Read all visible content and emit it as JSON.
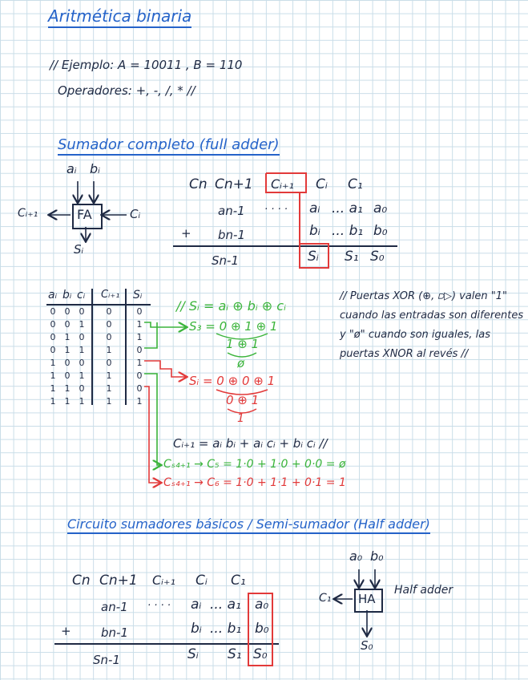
{
  "title": "Aritmética binaria",
  "ejemplo": "// Ejemplo: A = 10011 , B = 110",
  "operadores": "Operadores: +, -, /, * //",
  "full_adder": {
    "heading": "Sumador completo (full adder)",
    "block_label": "FA",
    "input_ai": "aᵢ",
    "input_bi": "bᵢ",
    "carry_out": "Cᵢ₊₁",
    "carry_in": "Cᵢ",
    "sum_out": "Sᵢ",
    "row_carry": [
      "Cn",
      "Cn+1",
      "Cᵢ₊₁",
      "Cᵢ",
      "C₁"
    ],
    "row_a": [
      "an-1",
      "· · · ·",
      "aᵢ",
      "... a₁",
      "a₀"
    ],
    "row_b": [
      "+",
      "bn-1",
      "bᵢ",
      "... b₁",
      "b₀"
    ],
    "row_s": [
      "Sn-1",
      "Sᵢ",
      "S₁",
      "S₀"
    ]
  },
  "truth_table": {
    "headers": [
      "aᵢ",
      "bᵢ",
      "cᵢ",
      "Cᵢ₊₁",
      "Sᵢ"
    ],
    "rows": [
      [
        "0",
        "0",
        "0",
        "0",
        "0"
      ],
      [
        "0",
        "0",
        "1",
        "0",
        "1"
      ],
      [
        "0",
        "1",
        "0",
        "0",
        "1"
      ],
      [
        "0",
        "1",
        "1",
        "1",
        "0"
      ],
      [
        "1",
        "0",
        "0",
        "0",
        "1"
      ],
      [
        "1",
        "0",
        "1",
        "1",
        "0"
      ],
      [
        "1",
        "1",
        "0",
        "1",
        "0"
      ],
      [
        "1",
        "1",
        "1",
        "1",
        "1"
      ]
    ]
  },
  "formulas": {
    "si": "// Sᵢ = aᵢ ⊕ bᵢ ⊕ cᵢ",
    "s3": "S₃ = 0 ⊕ 1 ⊕ 1",
    "s3_step": "1 ⊕ 1",
    "s3_result": "ø",
    "s1": "Sᵢ = 0 ⊕ 0 ⊕ 1",
    "s1_step": "0 ⊕ 1",
    "s1_result": "1",
    "carry": "Cᵢ₊₁ = aᵢ bᵢ + aᵢ cᵢ + bᵢ cᵢ //",
    "c5": "Cₛ₄₊₁ → C₅ = 1·0 + 1·0 + 0·0 = ø",
    "c6": "Cₛ₄₊₁ → C₆ = 1·0 + 1·1 + 0·1 = 1"
  },
  "note": {
    "line1": "// Puertas XOR (⊕, ⫐▷) valen \"1\"",
    "line2": "cuando las entradas son diferentes",
    "line3": "y \"ø\" cuando son iguales, las",
    "line4": "puertas XNOR al revés //"
  },
  "half_adder": {
    "heading": "Circuito sumadores básicos / Semi-sumador (Half adder)",
    "row_carry": [
      "Cn",
      "Cn+1",
      "Cᵢ₊₁",
      "Cᵢ",
      "C₁"
    ],
    "row_a": [
      "an-1",
      "· · · ·",
      "aᵢ",
      "... a₁",
      "a₀"
    ],
    "row_b": [
      "+",
      "bn-1",
      "bᵢ",
      "... b₁",
      "b₀"
    ],
    "row_s": [
      "Sn-1",
      "Sᵢ",
      "S₁",
      "S₀"
    ],
    "block_label": "HA",
    "input_a0": "a₀",
    "input_b0": "b₀",
    "carry_out": "C₁",
    "sum_out": "S₀",
    "side_label": "Half adder"
  }
}
